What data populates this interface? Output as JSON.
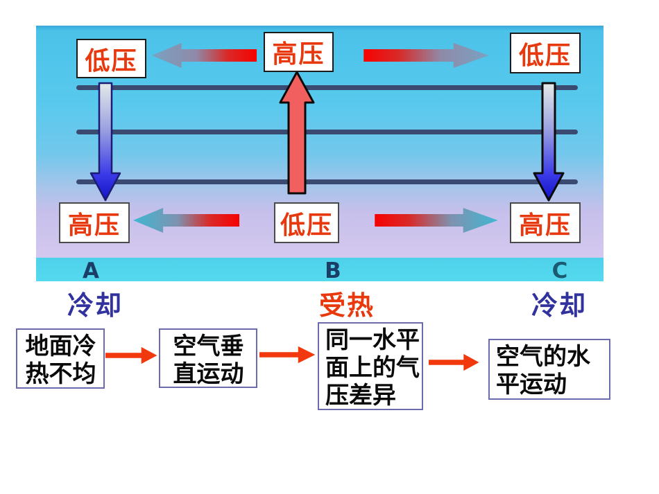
{
  "circulation": {
    "pressure_labels": {
      "top_left": "低压",
      "top_center": "高压",
      "top_right": "低压",
      "bottom_left": "高压",
      "bottom_center": "低压",
      "bottom_right": "高压"
    },
    "points": {
      "a": "A",
      "b": "B",
      "c": "C"
    },
    "isobar_count": 3,
    "colors": {
      "sky_top": "#4bc2e9",
      "sky_bottom": "#d4c8ee",
      "ground_strip": "#4ed2ec",
      "isobar": "#3a4a70",
      "pressure_text": "#e8380e",
      "updraft_fill": "#f15f5f",
      "downdraft_gradient_top": "#e4eae8",
      "downdraft_gradient_bottom": "#1212c8",
      "wind_red": "#f50202",
      "wind_upper_tip": "#7aa2c2",
      "wind_lower_tip": "#3fb7d2",
      "point_letter": "#1b3e66"
    }
  },
  "surface_labels": {
    "left": "冷却",
    "center": "受热",
    "right": "冷却",
    "cool_color": "#32329e",
    "heat_color": "#e8380c"
  },
  "flowchart": {
    "arrow_color": "#f2390d",
    "box_border_color": "#6a6aac",
    "step1": {
      "line1": "地面冷",
      "line2": "热不均"
    },
    "step2": {
      "line1": "空气垂",
      "line2": "直运动"
    },
    "step3": {
      "line1": "同一水平",
      "line2": "面上的气",
      "line3": "压差异"
    },
    "step4": {
      "line1": "空气的水",
      "line2": "平运动"
    }
  }
}
